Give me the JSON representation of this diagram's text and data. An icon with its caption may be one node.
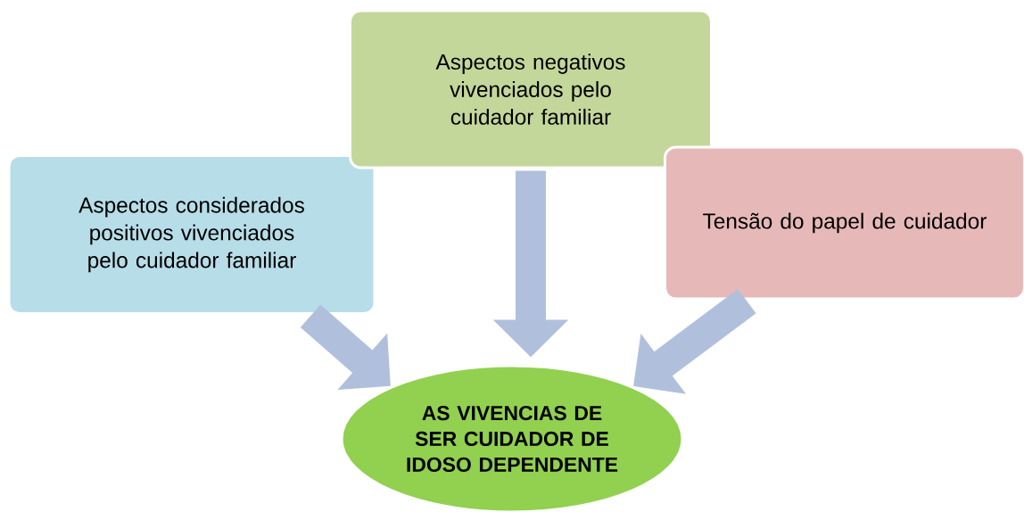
{
  "diagram": {
    "nodes": [
      {
        "text": [
          "Aspectos considerados positivos vivenciados pelo cuidador familiar"
        ]
      },
      {
        "text": [
          "Aspectos negativos vivenciados pelo cuidador familiar"
        ]
      },
      {
        "text": [
          "Tensão do papel de cuidador"
        ]
      },
      {
        "text": [
          "AS VIVENCIAS DE SER CUIDADOR DE IDOSO DEPENDENTE"
        ]
      }
    ],
    "edges": [
      {
        "from": 0,
        "to": 3,
        "arrow": "to"
      },
      {
        "from": 1,
        "to": 3,
        "arrow": "to"
      },
      {
        "from": 2,
        "to": 3,
        "arrow": "to"
      }
    ]
  }
}
